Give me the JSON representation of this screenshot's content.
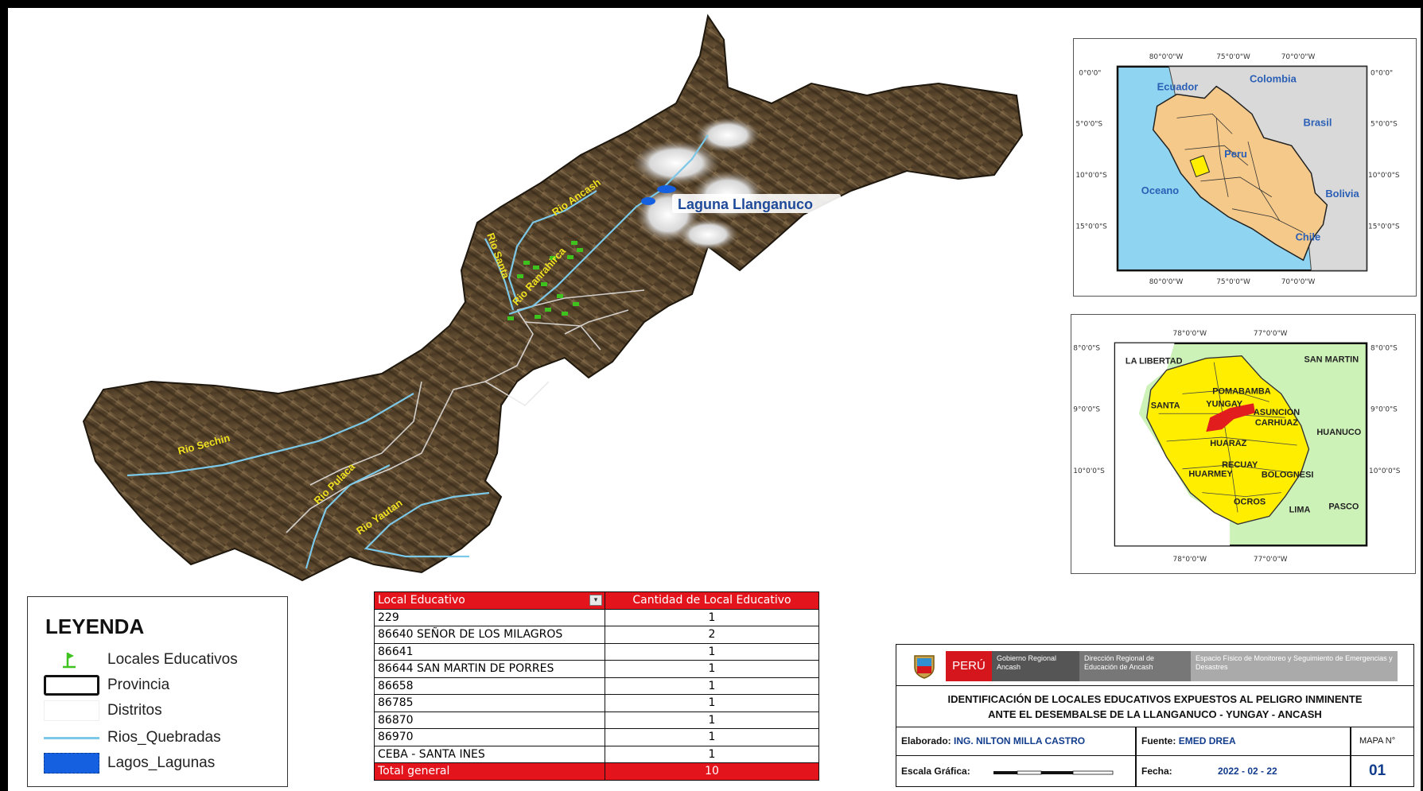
{
  "main_map": {
    "lake_label": "Laguna Llanganuco",
    "rivers": [
      "Rio Ancash",
      "Rio Santa",
      "Rio Ranrahirca",
      "Rio Sechin",
      "Rio Pulaca",
      "Rio Yautan"
    ]
  },
  "inset_peru": {
    "lon_ticks": [
      "80°0'0\"W",
      "75°0'0\"W",
      "70°0'0\"W"
    ],
    "lat_ticks": [
      "0°0'0\"",
      "5°0'0\"S",
      "10°0'0\"S",
      "15°0'0\"S"
    ],
    "labels": [
      "Ecuador",
      "Colombia",
      "Brasil",
      "Peru",
      "Oceano",
      "Bolivia",
      "Chile"
    ]
  },
  "inset_ancash": {
    "lon_ticks": [
      "78°0'0\"W",
      "77°0'0\"W"
    ],
    "lat_ticks": [
      "8°0'0\"S",
      "9°0'0\"S",
      "10°0'0\"S"
    ],
    "labels": [
      "LA LIBERTAD",
      "SAN MARTIN",
      "SANTA",
      "HUANUCO",
      "HUARMEY",
      "BOLOGNESI",
      "OCROS",
      "LIMA",
      "PASCO",
      "HUARAZ",
      "RECUAY",
      "CARHUAZ",
      "ASUNCION",
      "POMABAMBA",
      "YUNGAY"
    ]
  },
  "legend": {
    "title": "LEYENDA",
    "items": [
      "Locales Educativos",
      "Provincia",
      "Distritos",
      "Rios_Quebradas",
      "Lagos_Lagunas"
    ]
  },
  "table": {
    "headers": [
      "Local Educativo",
      "Cantidad de Local Educativo"
    ],
    "rows": [
      [
        "229",
        "1"
      ],
      [
        "86640 SEÑOR DE LOS MILAGROS",
        "2"
      ],
      [
        "86641",
        "1"
      ],
      [
        "86644 SAN MARTIN DE PORRES",
        "1"
      ],
      [
        "86658",
        "1"
      ],
      [
        "86785",
        "1"
      ],
      [
        "86870",
        "1"
      ],
      [
        "86970",
        "1"
      ],
      [
        "CEBA - SANTA INES",
        "1"
      ]
    ],
    "total": [
      "Total general",
      "10"
    ]
  },
  "title_block": {
    "peru": "PERÚ",
    "gob": "Gobierno Regional Ancash",
    "dir": "Dirección Regional de Educación de Ancash",
    "esp": "Espacio Físico de Monitoreo y Seguimiento de Emergencias y Desastres",
    "title_line1": "IDENTIFICACIÓN DE LOCALES EDUCATIVOS EXPUESTOS AL PELIGRO INMINENTE",
    "title_line2": "ANTE EL DESEMBALSE DE LA LLANGANUCO - YUNGAY - ANCASH",
    "elaborado_label": "Elaborado:",
    "elaborado_value": "ING. NILTON MILLA CASTRO",
    "fuente_label": "Fuente:",
    "fuente_value": "EMED DREA",
    "mapa_label": "MAPA N°",
    "mapa_value": "01",
    "escala_label": "Escala Gráfica:",
    "fecha_label": "Fecha:",
    "fecha_value": "2022 - 02 - 22"
  },
  "colors": {
    "terrain": "#5a4630",
    "river": "#7cc8e8",
    "school": "#3ec21e",
    "lake": "#1560e0",
    "red": "#e4141c",
    "peru_fill": "#f5c98a",
    "ancash_fill": "#ffee00",
    "ocean": "#8fd4f0"
  }
}
